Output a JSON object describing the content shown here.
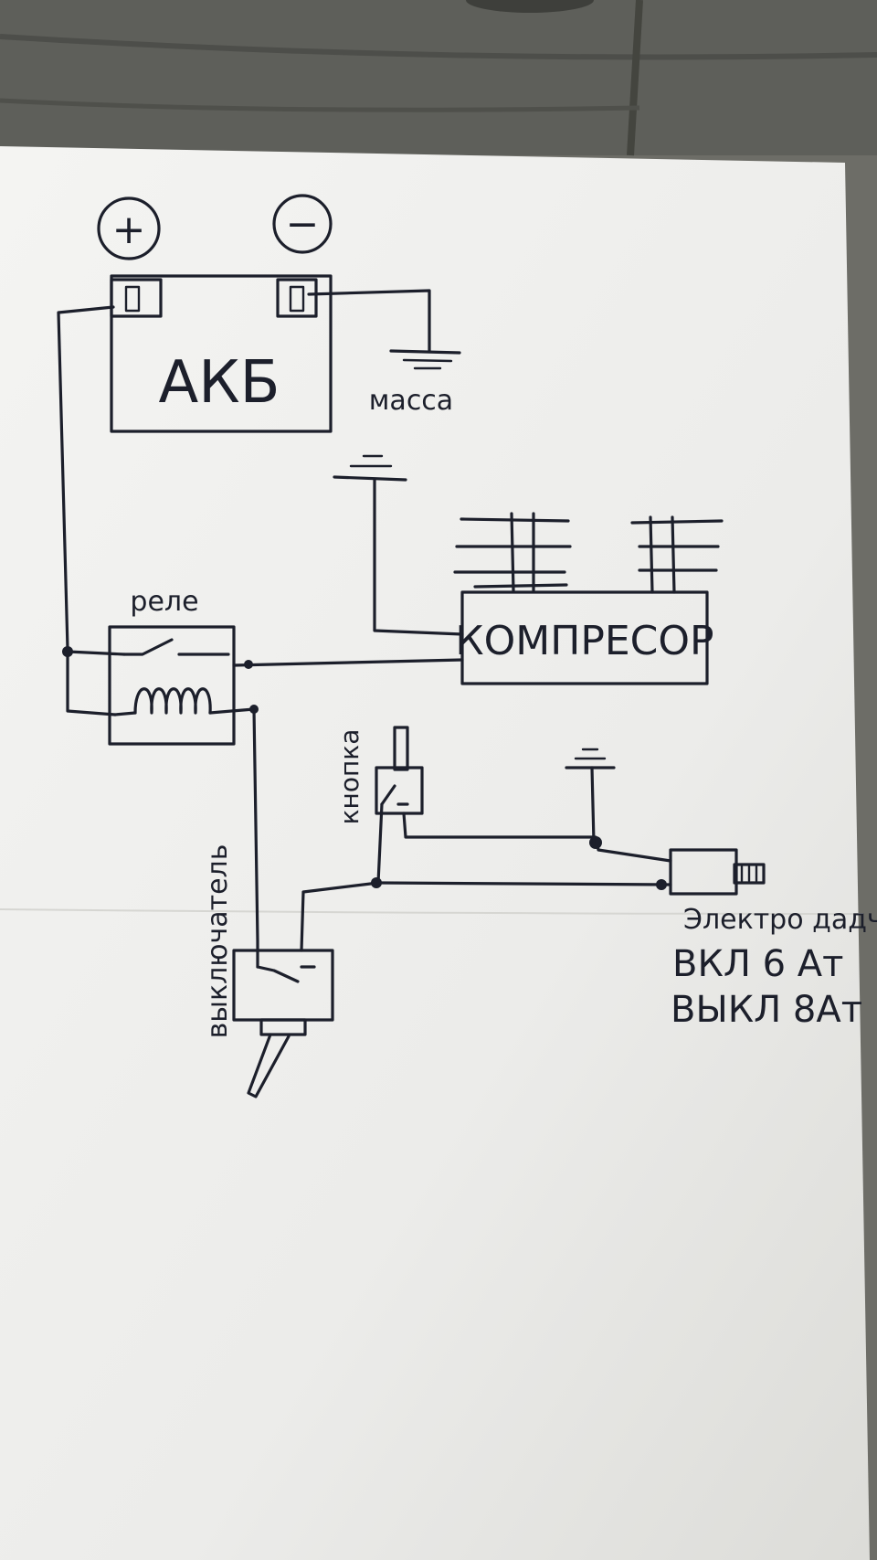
{
  "battery": {
    "plus": "+",
    "minus": "−",
    "label": "АКБ"
  },
  "ground": {
    "label": "масса"
  },
  "relay": {
    "label": "реле"
  },
  "compressor": {
    "label": "КОМПРЕСОР"
  },
  "button": {
    "label": "кнопка"
  },
  "switch": {
    "label": "выключатель"
  },
  "pressure_switch": {
    "label": "Электро дадч.",
    "on_label": "ВКЛ  6 Ат",
    "off_label": "ВЫКЛ 8Ат"
  },
  "colors": {
    "paper": "#f2f2f0",
    "ink": "#1c1f2b",
    "table": "#6f6f69"
  }
}
